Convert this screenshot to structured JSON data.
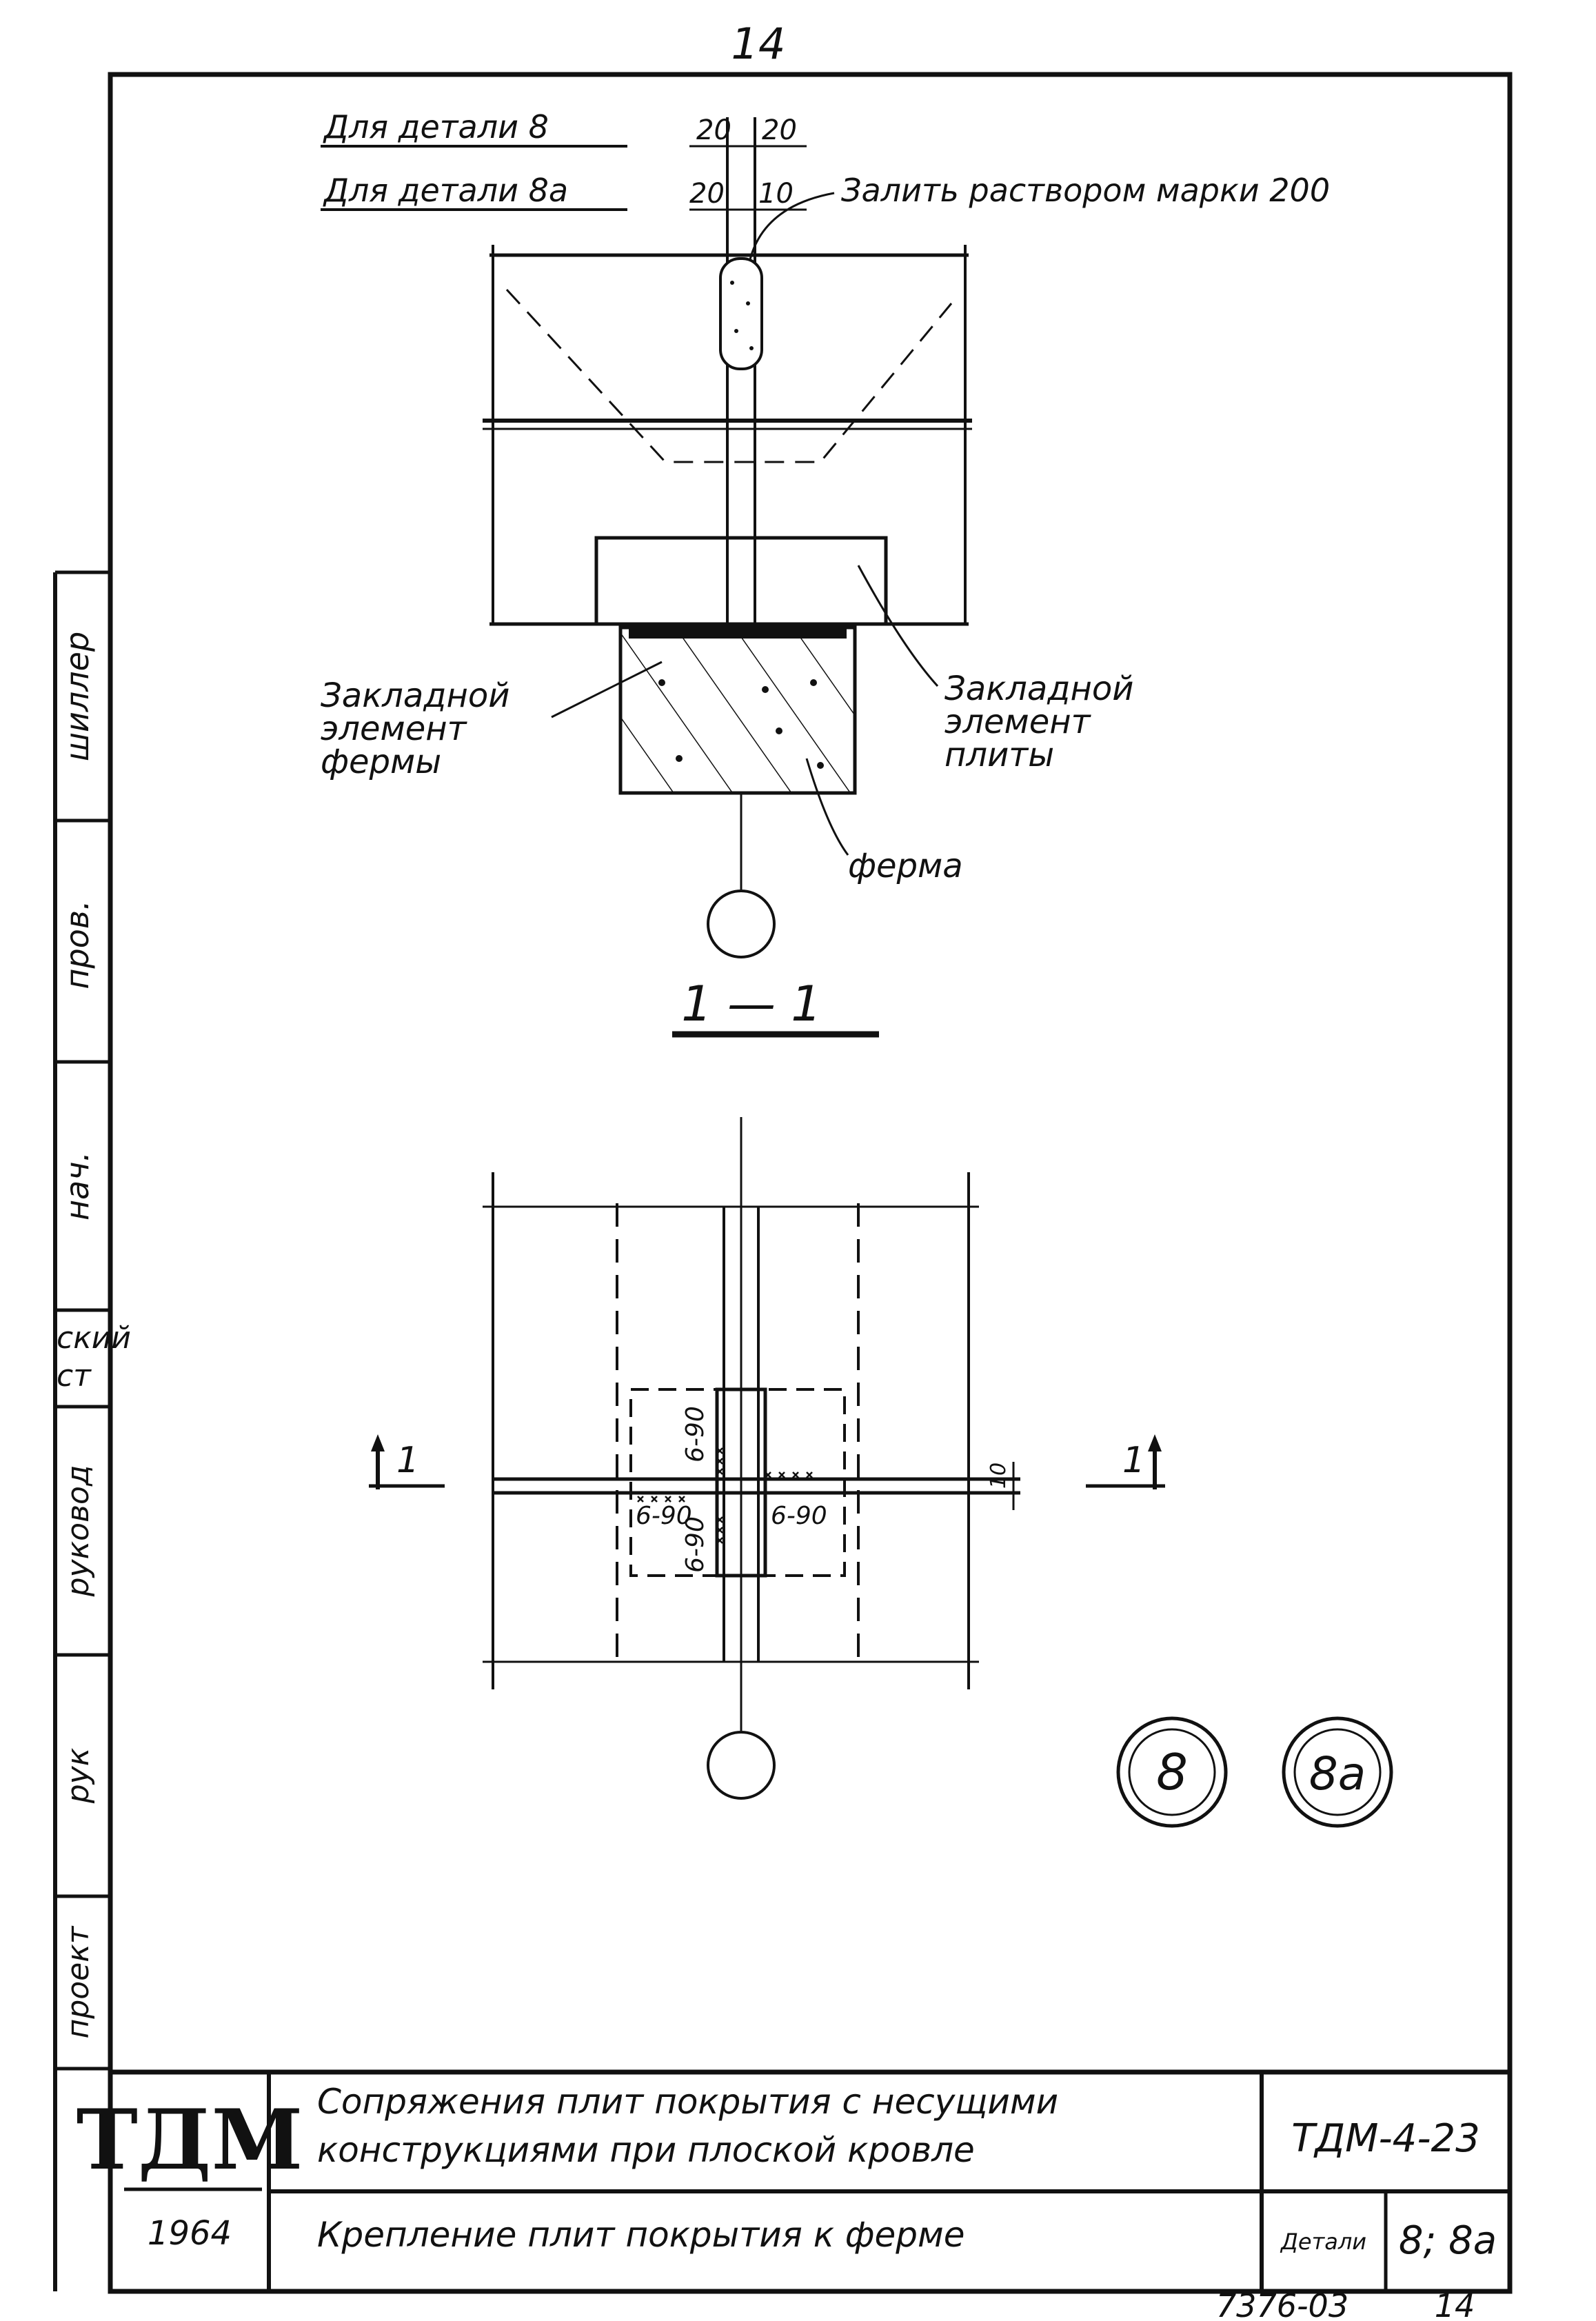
{
  "sheet": {
    "page_number": "14",
    "ink_color": "#111111",
    "paper_color": "#ffffff"
  },
  "dimensions": {
    "label_detail_8": "Для детали 8",
    "label_detail_8a": "Для детали 8а",
    "dim_8_left": "20",
    "dim_8_right": "20",
    "dim_8a_left": "20",
    "dim_8a_right": "10"
  },
  "callouts": {
    "grout": "Залить раствором марки 200",
    "embed_truss": [
      "Закладной",
      "элемент",
      "фермы"
    ],
    "embed_slab": [
      "Закладной",
      "элемент",
      "плиты"
    ],
    "truss": "ферма"
  },
  "section": {
    "label": "1 — 1",
    "mark_left": "1",
    "mark_right": "1"
  },
  "plan": {
    "weld_labels": [
      "6-90",
      "6-90",
      "6-90",
      "6-90"
    ],
    "gap_dim": "10"
  },
  "detail_marks": [
    "8",
    "8а"
  ],
  "side_strip": {
    "fragments": [
      "шиллер",
      "пров.",
      "нач.",
      "ский",
      "ст",
      "руковод",
      "рук",
      "проект"
    ]
  },
  "title_block": {
    "org_logo": "ТДМ",
    "year": "1964",
    "title_line1": "Сопряжения плит покрытия с несущими",
    "title_line2": "конструкциями при плоской кровле",
    "subtitle": "Крепление плит покрытия к ферме",
    "series": "ТДМ-4-23",
    "detail_label": "Детали",
    "detail_values": "8; 8а",
    "sheet_number": "14",
    "archive_number": "7376-03"
  }
}
